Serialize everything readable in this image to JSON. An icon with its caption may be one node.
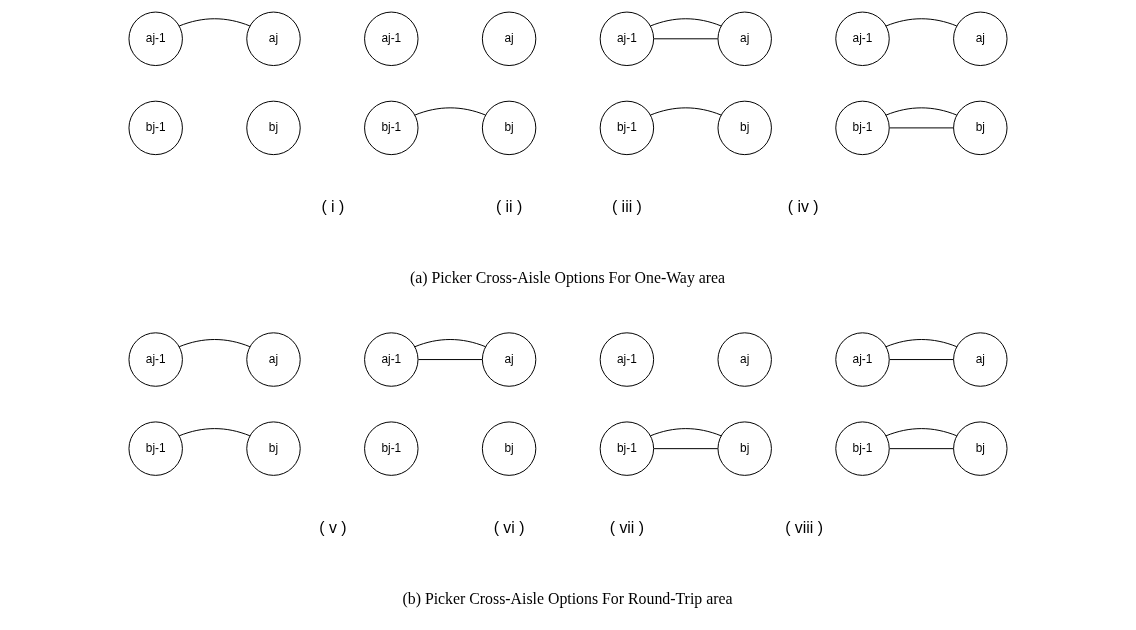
{
  "diagram": {
    "nodes": [
      {
        "text": [
          "aj-1"
        ]
      },
      {
        "text": [
          "aj"
        ]
      },
      {
        "text": [
          "bj-1"
        ]
      },
      {
        "text": [
          "bj"
        ]
      },
      {
        "text": [
          "aj-1"
        ]
      },
      {
        "text": [
          "aj"
        ]
      },
      {
        "text": [
          "bj-1"
        ]
      },
      {
        "text": [
          "bj"
        ]
      },
      {
        "text": [
          "aj-1"
        ]
      },
      {
        "text": [
          "aj"
        ]
      },
      {
        "text": [
          "bj-1"
        ]
      },
      {
        "text": [
          "bj"
        ]
      },
      {
        "text": [
          "aj-1"
        ]
      },
      {
        "text": [
          "aj"
        ]
      },
      {
        "text": [
          "bj-1"
        ]
      },
      {
        "text": [
          "bj"
        ]
      },
      {
        "text": [
          "aj-1"
        ]
      },
      {
        "text": [
          "aj"
        ]
      },
      {
        "text": [
          "bj-1"
        ]
      },
      {
        "text": [
          "bj"
        ]
      },
      {
        "text": [
          "aj-1"
        ]
      },
      {
        "text": [
          "aj"
        ]
      },
      {
        "text": [
          "bj-1"
        ]
      },
      {
        "text": [
          "bj"
        ]
      },
      {
        "text": [
          "aj-1"
        ]
      },
      {
        "text": [
          "aj"
        ]
      },
      {
        "text": [
          "bj-1"
        ]
      },
      {
        "text": [
          "bj"
        ]
      },
      {
        "text": [
          "aj-1"
        ]
      },
      {
        "text": [
          "aj"
        ]
      },
      {
        "text": [
          "bj-1"
        ]
      },
      {
        "text": [
          "bj"
        ]
      }
    ],
    "edges": [
      {
        "from": 0,
        "to": 1,
        "arrow": "none"
      },
      {
        "from": 6,
        "to": 7,
        "arrow": "none"
      },
      {
        "from": 8,
        "to": 9,
        "arrow": "none"
      },
      {
        "from": 8,
        "to": 9,
        "arrow": "none"
      },
      {
        "from": 10,
        "to": 11,
        "arrow": "none"
      },
      {
        "from": 12,
        "to": 13,
        "arrow": "none"
      },
      {
        "from": 14,
        "to": 15,
        "arrow": "none"
      },
      {
        "from": 14,
        "to": 15,
        "arrow": "none"
      },
      {
        "from": 16,
        "to": 17,
        "arrow": "none"
      },
      {
        "from": 18,
        "to": 19,
        "arrow": "none"
      },
      {
        "from": 20,
        "to": 21,
        "arrow": "none"
      },
      {
        "from": 20,
        "to": 21,
        "arrow": "none"
      },
      {
        "from": 26,
        "to": 27,
        "arrow": "none"
      },
      {
        "from": 26,
        "to": 27,
        "arrow": "none"
      },
      {
        "from": 28,
        "to": 29,
        "arrow": "none"
      },
      {
        "from": 28,
        "to": 29,
        "arrow": "none"
      },
      {
        "from": 30,
        "to": 31,
        "arrow": "none"
      },
      {
        "from": 30,
        "to": 31,
        "arrow": "none"
      }
    ],
    "labels": [
      "( i )",
      "( ii )",
      "( iii )",
      "( iv )",
      "(a) Picker Cross-Aisle Options For One-Way area",
      "( v )",
      "( vi )",
      "( vii )",
      "( viii )",
      "(b) Picker Cross-Aisle Options For Round-Trip area"
    ]
  }
}
